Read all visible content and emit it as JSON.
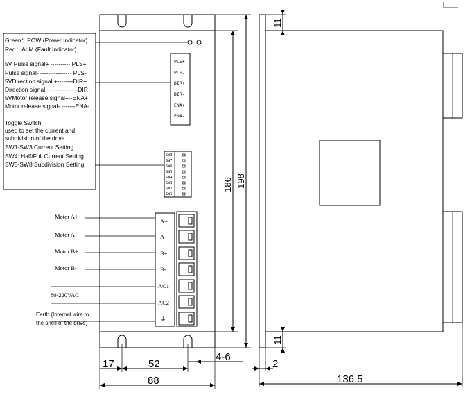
{
  "left_notes": [
    "Green：POW (Power Indicator)",
    "Red：ALM (Fault Indicator)",
    "5V  Pulse signal+ ---------- PLS+",
    "Pulse signal- ---------------- PLS-",
    "5VDirection signal +--------DIR+",
    "Direction signal - --------------DIR-",
    "5VMotor release signal+--ENA+",
    "Motor release signal- -------ENA-",
    "Toggle Switch:",
    "used to set the  current and",
    " subdivision of the drive",
    "SW1-SW3:Current Setting",
    "SW4: Half/Full Current Setting",
    "SW5-SW8:Subdivision Setting"
  ],
  "signal_terminals": [
    "PLS+",
    "PLS-",
    "DIR+",
    "DIR-",
    "ENA+",
    "ENA-"
  ],
  "switches": [
    "SW8",
    "SW7",
    "SW6",
    "SW5",
    "SW4",
    "SW3",
    "SW2",
    "SW1"
  ],
  "power_labels": [
    "Motor A+",
    "Motor A-",
    "Motor B+",
    "Motor B-",
    "80-220VAC",
    "Earth (Internal wire to",
    "the shell of the drive)"
  ],
  "power_terminals": [
    "A+",
    "A-",
    "B+",
    "B-",
    "AC1",
    "AC2",
    "⏚"
  ],
  "dimensions": {
    "d17": "17",
    "d52": "52",
    "d46": "4-6",
    "d88": "88",
    "d186": "186",
    "d198": "198",
    "d11_top": "11",
    "d11_bottom": "11",
    "d2": "2",
    "d1365": "136.5"
  }
}
